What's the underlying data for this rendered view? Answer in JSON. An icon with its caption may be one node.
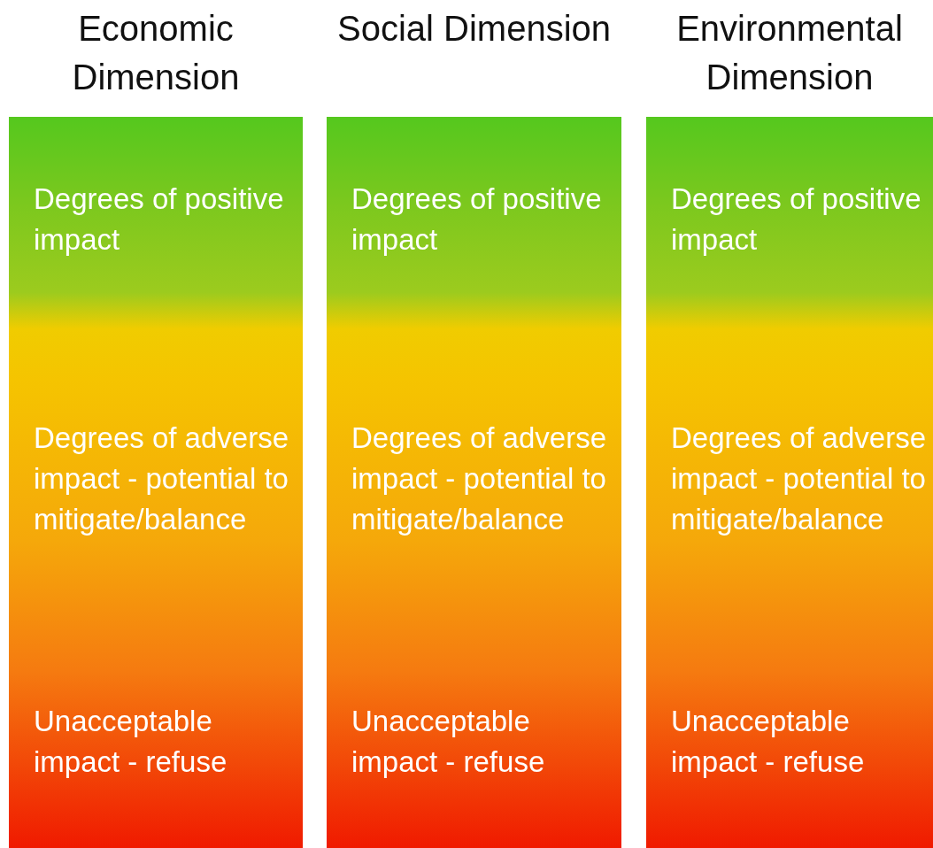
{
  "diagram": {
    "nodes": [
      {
        "text": [
          "Economic Dimension",
          "Degrees of positive impact",
          "Degrees of adverse impact - potential to mitigate/balance",
          "Unacceptable impact - refuse"
        ]
      },
      {
        "text": [
          "Social Dimension",
          "Degrees of positive impact",
          "Degrees of adverse impact - potential to mitigate/balance",
          "Unacceptable impact - refuse"
        ]
      },
      {
        "text": [
          "Environmental Dimension",
          "Degrees of positive impact",
          "Degrees of adverse impact - potential to mitigate/balance",
          "Unacceptable impact - refuse"
        ]
      }
    ]
  }
}
